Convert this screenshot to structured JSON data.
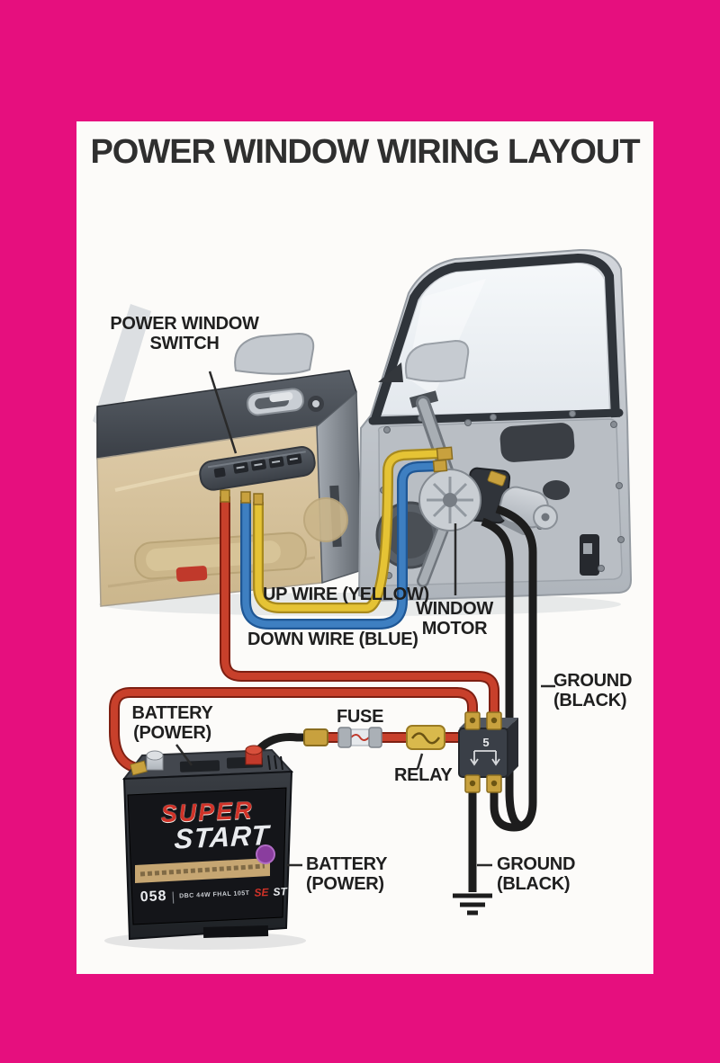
{
  "page": {
    "background_color": "#E60F7E",
    "panel_color": "#FCFBF9"
  },
  "title": "POWER WINDOW WIRING LAYOUT",
  "labels": {
    "power_window_switch": "POWER WINDOW\nSWITCH",
    "up_wire": "UP WIRE (YELLOW)",
    "down_wire": "DOWN WIRE (BLUE)",
    "window_motor": "WINDOW\nMOTOR",
    "ground_right": "GROUND\n(BLACK)",
    "battery_top": "BATTERY\n(POWER)",
    "fuse": "FUSE",
    "relay": "RELAY",
    "battery_bottom": "BATTERY\n(POWER)",
    "ground_bottom": "GROUND\n(BLACK)"
  },
  "battery": {
    "brand_line1": "SUPER",
    "brand_line2": "START",
    "code": "058",
    "divider": "|",
    "spec": "DBC 44W FHAL 105T",
    "badge_red": "SE",
    "badge_white": "ST"
  },
  "relay_component": {
    "marking": "5"
  },
  "colors": {
    "wire_red": "#C8402B",
    "wire_yellow": "#E5C335",
    "wire_blue": "#3E7FC1",
    "wire_black": "#1D1D1D",
    "brass": "#C8A13E",
    "label_text": "#1F1F1F"
  }
}
